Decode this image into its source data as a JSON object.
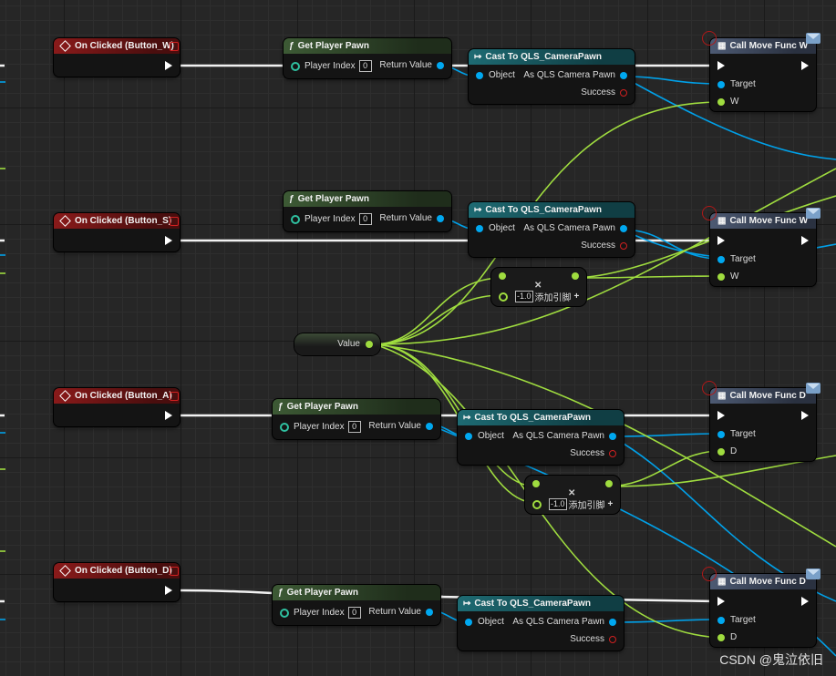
{
  "events": [
    {
      "label": "On Clicked (Button_W)"
    },
    {
      "label": "On Clicked (Button_S)"
    },
    {
      "label": "On Clicked (Button_A)"
    },
    {
      "label": "On Clicked (Button_D)"
    }
  ],
  "get_player_pawn": {
    "title": "Get Player Pawn",
    "player_index_label": "Player Index",
    "player_index_value": "0",
    "return_label": "Return Value"
  },
  "cast": {
    "title": "Cast To QLS_CameraPawn",
    "object_label": "Object",
    "as_label": "As QLS Camera Pawn",
    "success_label": "Success"
  },
  "calls": [
    {
      "title": "Call Move Func W",
      "target_label": "Target",
      "param_label": "W"
    },
    {
      "title": "Call Move Func W",
      "target_label": "Target",
      "param_label": "W"
    },
    {
      "title": "Call Move Func D",
      "target_label": "Target",
      "param_label": "D"
    },
    {
      "title": "Call Move Func D",
      "target_label": "Target",
      "param_label": "D"
    }
  ],
  "value_node": {
    "label": "Value"
  },
  "multiply_nodes": [
    {
      "value": "-1.0",
      "add_pin_label": "添加引脚"
    },
    {
      "value": "-1.0",
      "add_pin_label": "添加引脚"
    }
  ],
  "watermark": "CSDN @鬼泣依旧",
  "colors": {
    "exec": "#ffffff",
    "object": "#00a8f0",
    "float": "#9fdc3f",
    "background": "#262626"
  }
}
